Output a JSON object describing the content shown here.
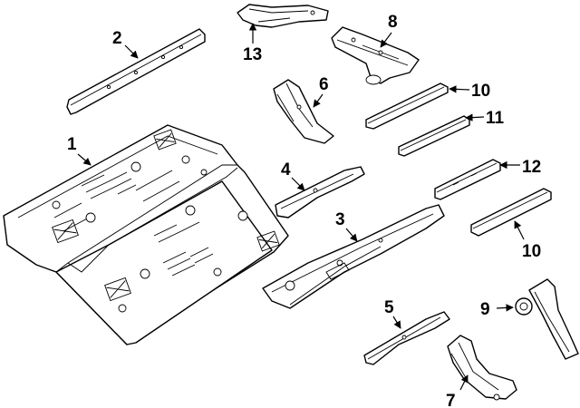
{
  "callouts": [
    {
      "id": "c1",
      "number": "1"
    },
    {
      "id": "c2",
      "number": "2"
    },
    {
      "id": "c3",
      "number": "3"
    },
    {
      "id": "c4",
      "number": "4"
    },
    {
      "id": "c5",
      "number": "5"
    },
    {
      "id": "c6",
      "number": "6"
    },
    {
      "id": "c7",
      "number": "7"
    },
    {
      "id": "c8",
      "number": "8"
    },
    {
      "id": "c9",
      "number": "9"
    },
    {
      "id": "c10a",
      "number": "10"
    },
    {
      "id": "c10b",
      "number": "10"
    },
    {
      "id": "c11",
      "number": "11"
    },
    {
      "id": "c12",
      "number": "12"
    },
    {
      "id": "c13",
      "number": "13"
    }
  ]
}
